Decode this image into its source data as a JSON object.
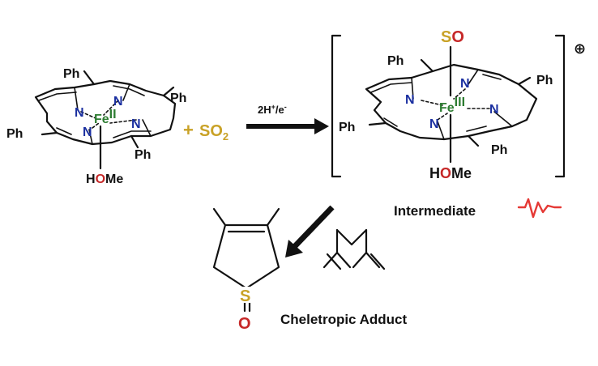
{
  "reactant": {
    "phenyl": [
      "Ph",
      "Ph",
      "Ph",
      "Ph"
    ],
    "nitrogen": [
      "N",
      "N",
      "N",
      "N"
    ],
    "metal": "Fe",
    "metal_oxidation": "II",
    "axial_ligand_o": "O",
    "axial_ligand_h": "H",
    "axial_ligand_rest": "Me"
  },
  "plus": "+",
  "gas": {
    "symbol": "SO",
    "subscript": "2"
  },
  "arrow_label": {
    "main": "2H",
    "sup1": "+",
    "mid": "/e",
    "sup2": "-"
  },
  "intermediate": {
    "phenyl": [
      "Ph",
      "Ph",
      "Ph",
      "Ph"
    ],
    "nitrogen": [
      "N",
      "N",
      "N",
      "N"
    ],
    "metal": "Fe",
    "metal_oxidation": "III",
    "top_ligand_s": "S",
    "top_ligand_o": "O",
    "axial_ligand_h": "H",
    "axial_ligand_o": "O",
    "axial_ligand_rest": "Me",
    "charge": "⊕",
    "label": "Intermediate"
  },
  "adduct": {
    "sulfur": "S",
    "oxygen": "O",
    "label": "Cheletropic Adduct"
  },
  "colors": {
    "nitrogen": "#1a2fa0",
    "iron": "#2e7d32",
    "oxygen": "#c62828",
    "sulfur": "#c9a227",
    "radical_squiggle": "#e53935"
  }
}
